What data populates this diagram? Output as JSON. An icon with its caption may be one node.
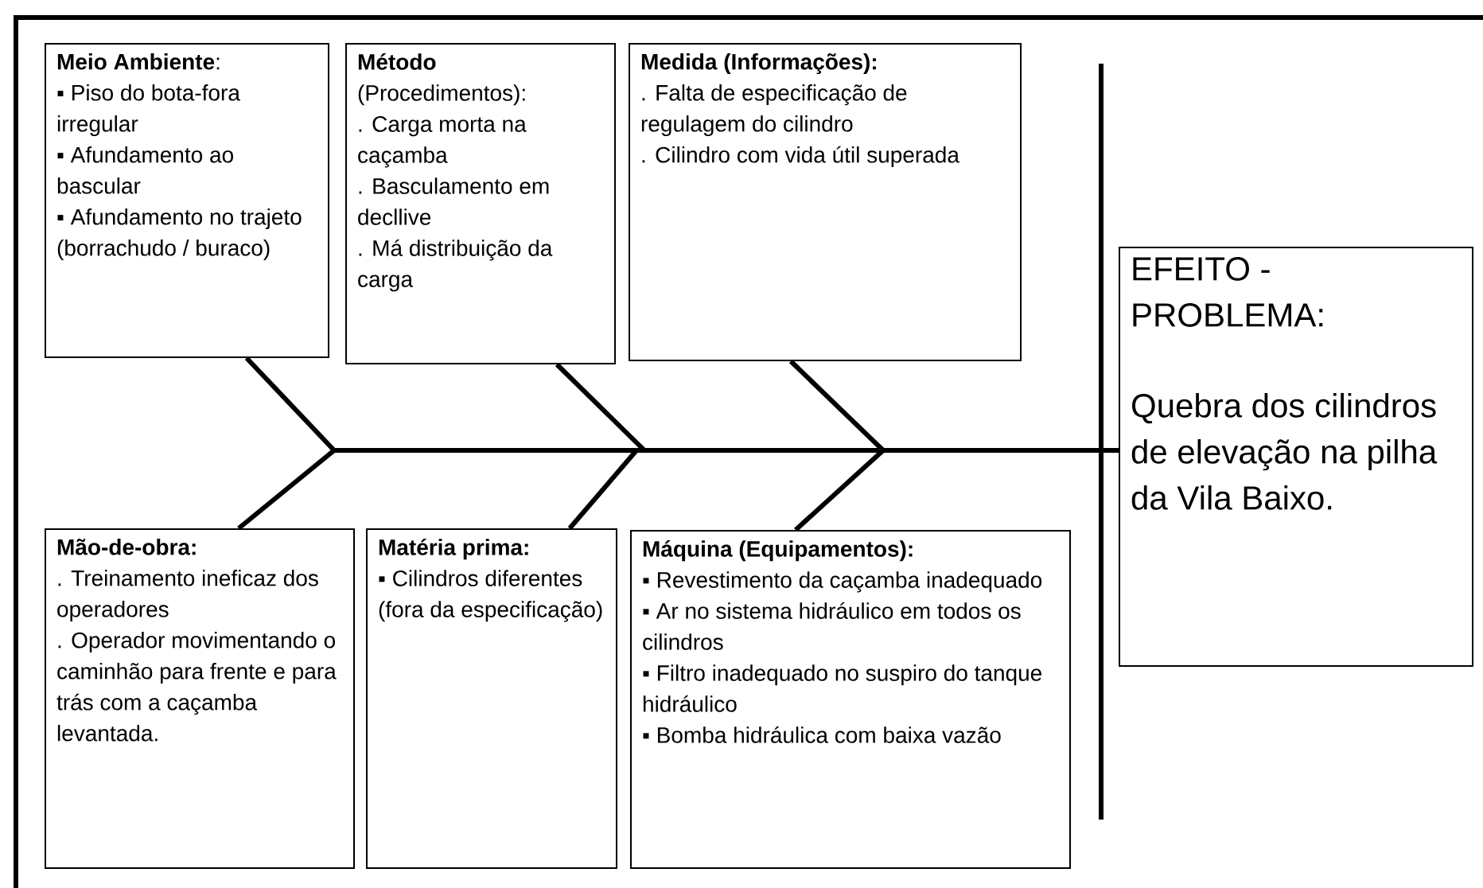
{
  "diagram": {
    "nodes": [
      {
        "text": [
          "**Meio Ambiente**:",
          "▪ Piso do bota-fora irregular",
          "▪ Afundamento ao bascular",
          "▪ Afundamento no trajeto (borrachudo / buraco)"
        ]
      },
      {
        "text": [
          "**Método** (Procedimentos):",
          ". Carga morta na caçamba",
          ". Basculamento em decllive",
          ". Má distribuição da carga"
        ]
      },
      {
        "text": [
          "Medida (Informações):",
          ". Falta de especificação de regulagem do cilindro",
          ". Cilindro com vida útil superada"
        ]
      },
      {
        "text": [
          "Mão-de-obra:",
          ". Treinamento ineficaz dos operadores",
          ". Operador movimentando o caminhão para frente e para trás com a caçamba levantada."
        ]
      },
      {
        "text": [
          "Matéria prima:",
          "▪ Cilindros diferentes (fora da especificação)"
        ]
      },
      {
        "text": [
          "Máquina (Equipamentos):",
          "▪ Revestimento da caçamba inadequado",
          "▪ Ar no sistema hidráulico em todos os cilindros",
          "▪ Filtro inadequado no suspiro do tanque hidráulico",
          "▪ Bomba hidráulica com baixa vazão"
        ]
      },
      {
        "text": [
          "EFEITO - PROBLEMA:",
          "Quebra dos cilindros de elevação na pilha da Vila Baixo."
        ]
      }
    ],
    "edges": [
      {
        "from": 0,
        "to": 6,
        "arrow": "none"
      },
      {
        "from": 1,
        "to": 6,
        "arrow": "none"
      },
      {
        "from": 2,
        "to": 6,
        "arrow": "none"
      },
      {
        "from": 3,
        "to": 6,
        "arrow": "none"
      },
      {
        "from": 4,
        "to": 6,
        "arrow": "none"
      },
      {
        "from": 5,
        "to": 6,
        "arrow": "none"
      }
    ]
  }
}
